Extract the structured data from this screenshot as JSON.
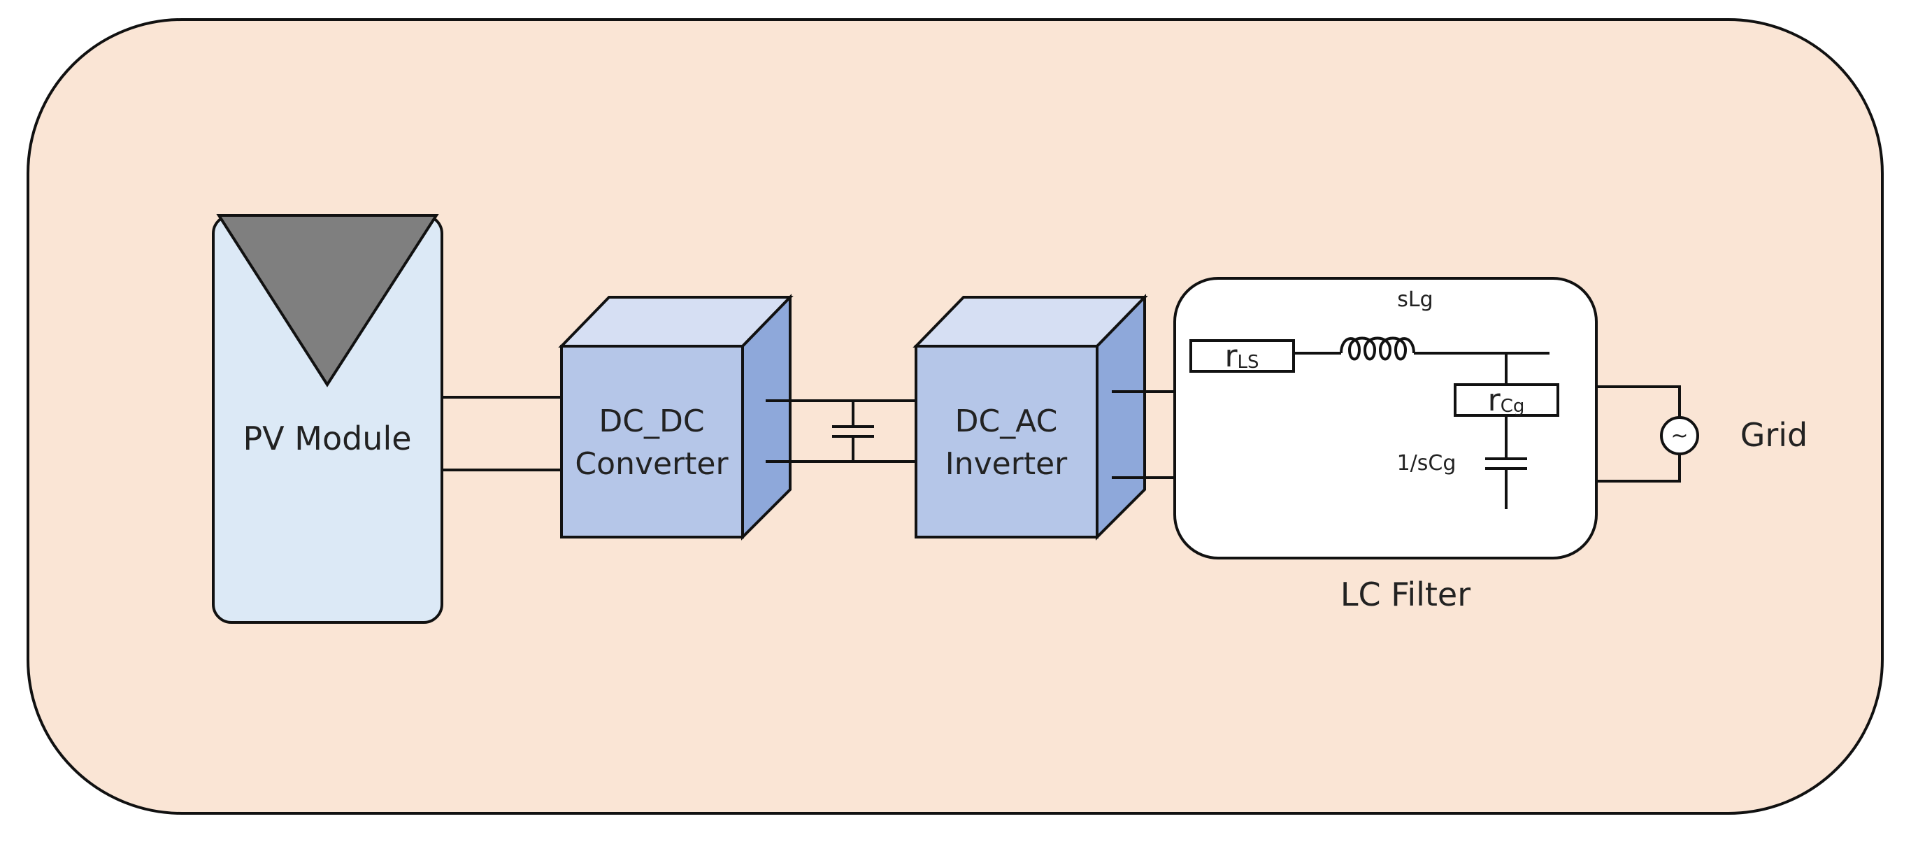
{
  "colors": {
    "background_panel": "#fae5d5",
    "pv_module_fill": "#dce9f6",
    "pv_triangle_fill": "#7f7f7f",
    "block_front": "#b5c6e8",
    "block_top": "#d6dff3",
    "block_side": "#8ea8da",
    "filter_box": "#ffffff",
    "line": "#111111"
  },
  "diagram": {
    "pv_module": {
      "label": "PV Module"
    },
    "dc_dc_converter": {
      "line1": "DC_DC",
      "line2": "Converter"
    },
    "dc_ac_inverter": {
      "line1": "DC_AC",
      "line2": "Inverter"
    },
    "lc_filter": {
      "title": "LC Filter",
      "inductor_label": "sLg",
      "resistor_ls": {
        "symbol": "r",
        "subscript": "LS"
      },
      "resistor_cg": {
        "symbol": "r",
        "subscript": "Cg"
      },
      "capacitor_label": "1/sCg"
    },
    "grid": {
      "label": "Grid",
      "source_symbol": "~"
    }
  }
}
